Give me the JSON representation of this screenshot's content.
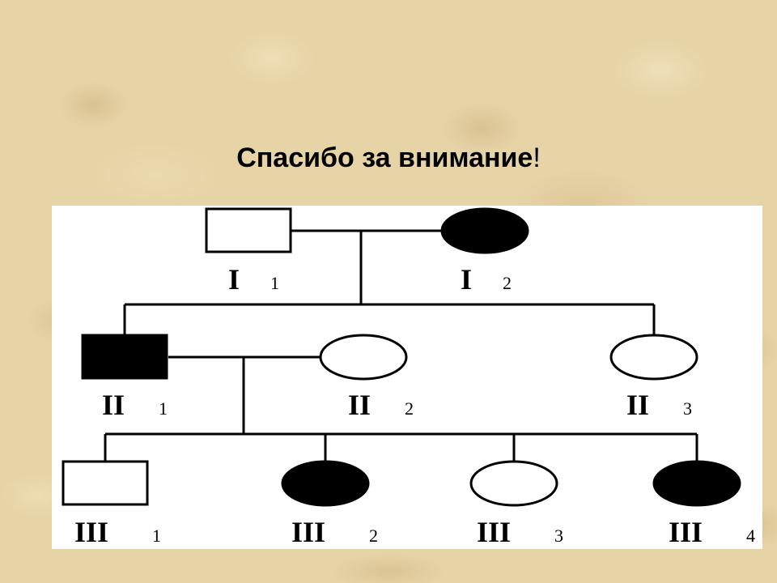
{
  "slide": {
    "title": "Спасибо за внимание",
    "title_punct": "!"
  },
  "pedigree": {
    "colors": {
      "affected": "#000000",
      "unaffected": "#ffffff",
      "line": "#000000",
      "panel": "#ffffff"
    },
    "individuals": [
      {
        "id": "I1",
        "sex": "male",
        "affected": false,
        "gen": "I",
        "num": "1"
      },
      {
        "id": "I2",
        "sex": "female",
        "affected": true,
        "gen": "I",
        "num": "2"
      },
      {
        "id": "II1",
        "sex": "male",
        "affected": true,
        "gen": "II",
        "num": "1"
      },
      {
        "id": "II2",
        "sex": "female",
        "affected": false,
        "gen": "II",
        "num": "2"
      },
      {
        "id": "II3",
        "sex": "female",
        "affected": false,
        "gen": "II",
        "num": "3"
      },
      {
        "id": "III1",
        "sex": "male",
        "affected": false,
        "gen": "III",
        "num": "1"
      },
      {
        "id": "III2",
        "sex": "female",
        "affected": true,
        "gen": "III",
        "num": "2"
      },
      {
        "id": "III3",
        "sex": "female",
        "affected": false,
        "gen": "III",
        "num": "3"
      },
      {
        "id": "III4",
        "sex": "female",
        "affected": true,
        "gen": "III",
        "num": "4"
      }
    ]
  }
}
